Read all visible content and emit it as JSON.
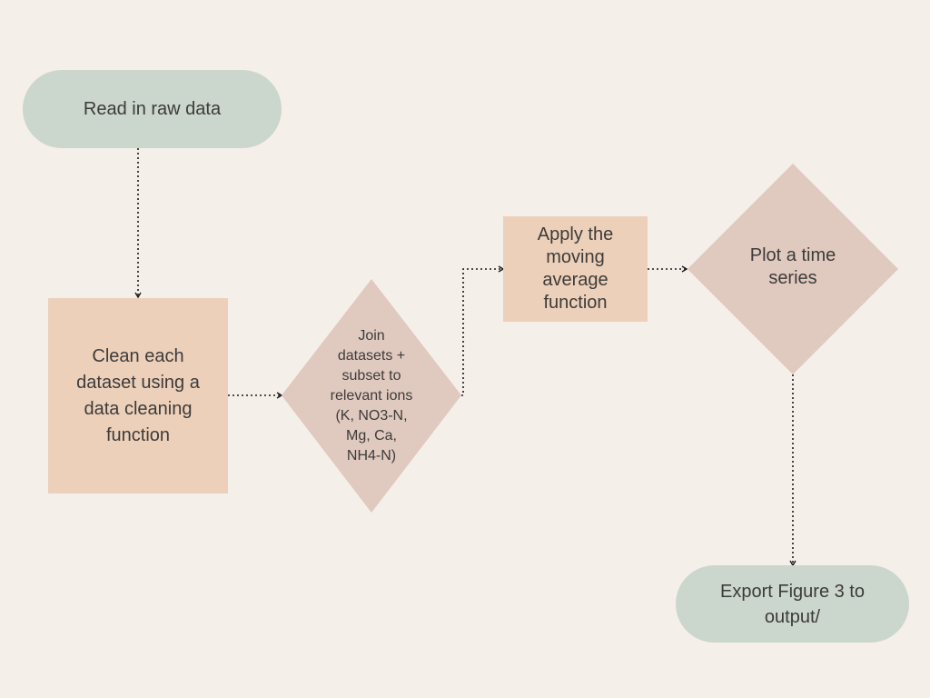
{
  "nodes": {
    "read": {
      "label": "Read in raw data"
    },
    "clean": {
      "label": "Clean each\ndataset using a\ndata cleaning\nfunction"
    },
    "join": {
      "label": "Join\ndatasets +\nsubset to\nrelevant ions\n(K, NO3-N,\nMg, Ca,\nNH4-N)"
    },
    "moving": {
      "label": "Apply the\nmoving\naverage\nfunction"
    },
    "plot": {
      "label": "Plot a time\nseries"
    },
    "export": {
      "label": "Export Figure 3 to\noutput/"
    }
  },
  "colors": {
    "background": "#f5efea",
    "terminal": "#cbd6cd",
    "process": "#ecd0ba",
    "decision": "#e0c9bf",
    "connector": "#1a1a1a"
  }
}
